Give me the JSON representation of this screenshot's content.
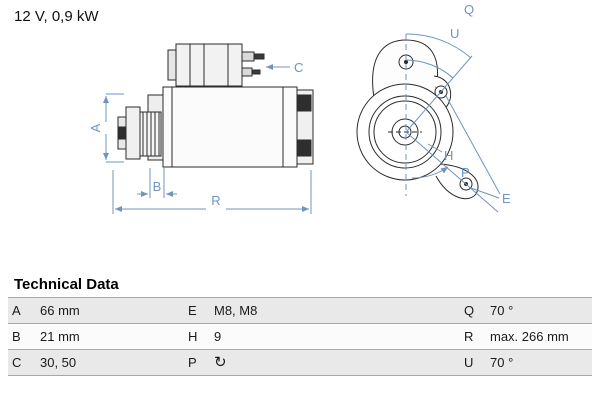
{
  "header": {
    "title": "12 V, 0,9 kW"
  },
  "diagram": {
    "labels": {
      "a": "A",
      "b": "B",
      "c": "C",
      "r": "R",
      "q": "Q",
      "u": "U",
      "h": "H",
      "p": "P",
      "e": "E"
    },
    "accent_color": "#6f94c0"
  },
  "technical_data": {
    "title": "Technical Data",
    "rows": [
      {
        "c1k": "A",
        "c1v": "66 mm",
        "c2k": "E",
        "c2v": "M8, M8",
        "c3k": "Q",
        "c3v": "70 °"
      },
      {
        "c1k": "B",
        "c1v": "21 mm",
        "c2k": "H",
        "c2v": "9",
        "c3k": "R",
        "c3v": "max. 266 mm"
      },
      {
        "c1k": "C",
        "c1v": "30, 50",
        "c2k": "P",
        "c2v": "↻",
        "c3k": "U",
        "c3v": "70 °"
      }
    ]
  }
}
